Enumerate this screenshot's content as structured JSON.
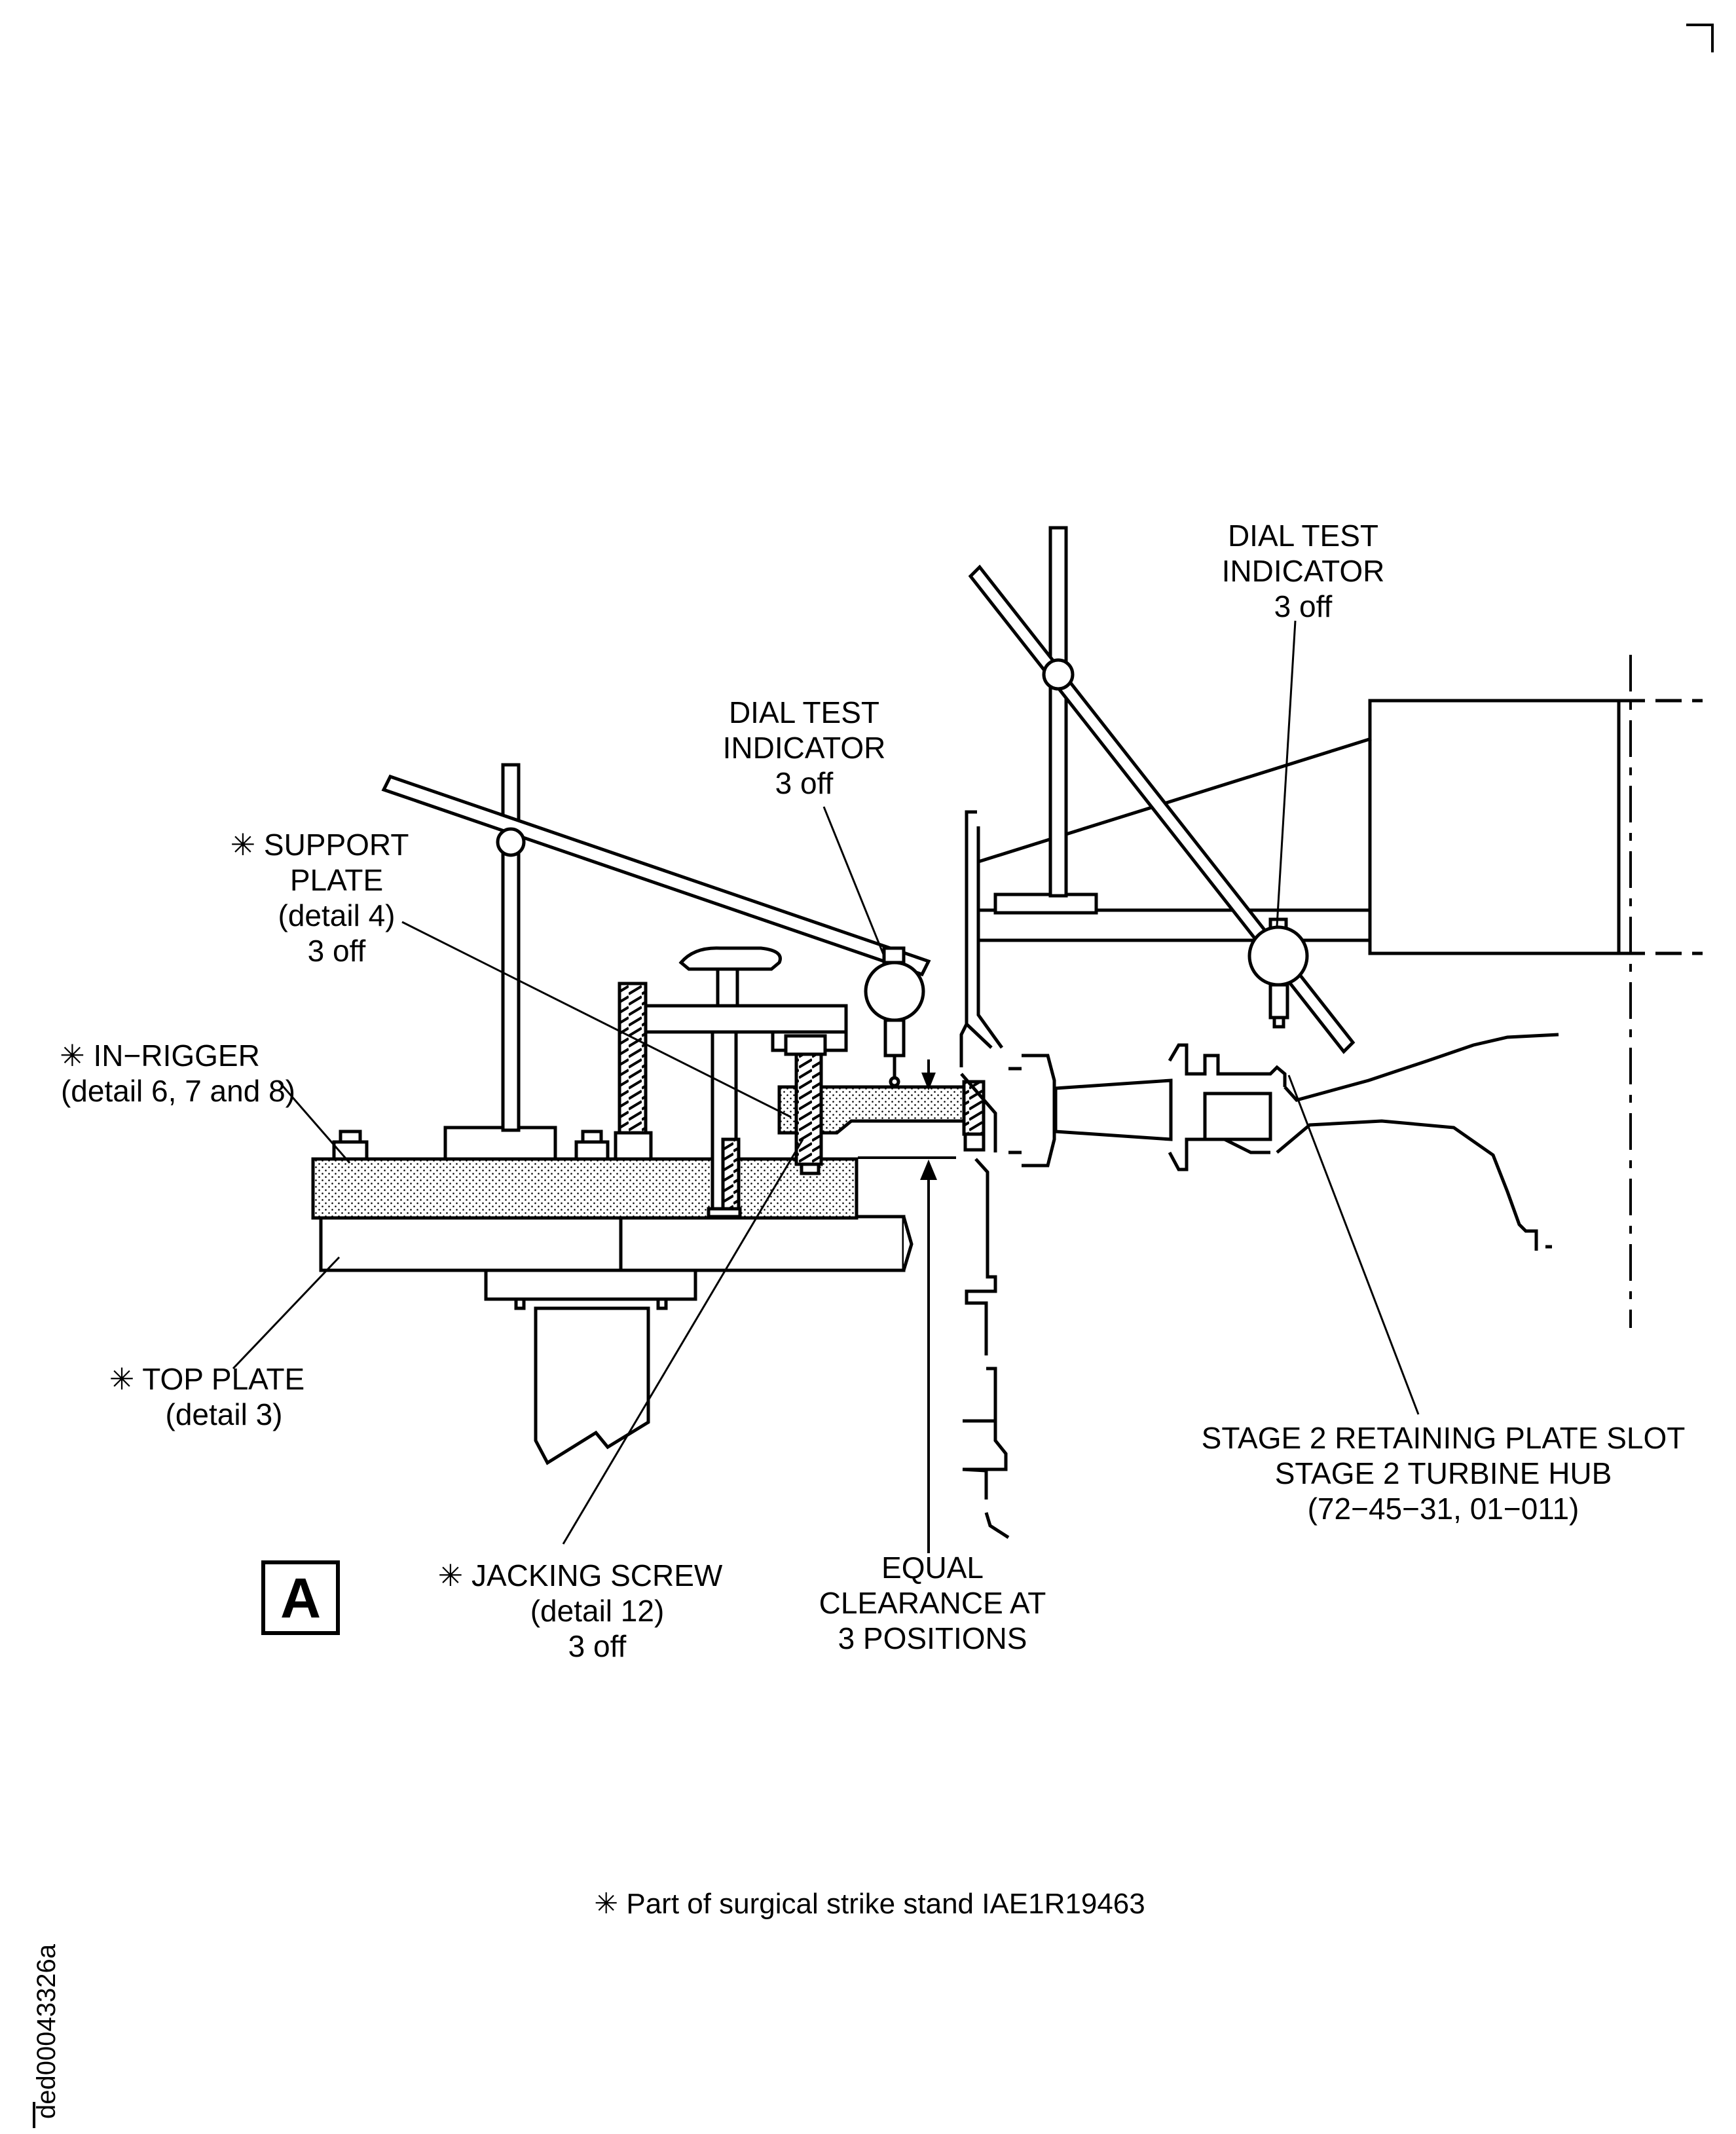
{
  "labels": {
    "dial_top_right": [
      "DIAL TEST",
      "INDICATOR",
      "3 off"
    ],
    "dial_middle": [
      "DIAL TEST",
      "INDICATOR",
      "3 off"
    ],
    "support_plate": [
      "✳ SUPPORT",
      "PLATE",
      "(detail 4)",
      "3 off"
    ],
    "in_rigger": [
      "✳ IN−RIGGER",
      "(detail 6, 7 and 8)"
    ],
    "top_plate": [
      "✳ TOP PLATE",
      "(detail 3)"
    ],
    "jacking_screw": [
      "✳ JACKING SCREW",
      "(detail 12)",
      "3 off"
    ],
    "equal_clearance": [
      "EQUAL",
      "CLEARANCE AT",
      "3 POSITIONS"
    ],
    "stage2": [
      "STAGE 2 RETAINING PLATE SLOT",
      "STAGE 2 TURBINE HUB",
      "(72−45−31, 01−011)"
    ]
  },
  "view_letter": "A",
  "footnote": "✳ Part of surgical strike stand IAE1R19463",
  "document_id": "ded00043326a"
}
